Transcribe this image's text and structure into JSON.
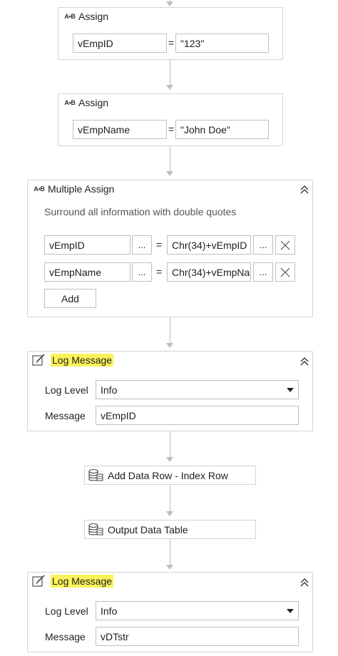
{
  "assign1": {
    "title": "Assign",
    "icon": "a-b-assign-icon",
    "to": "vEmpID",
    "eq": "=",
    "value": "\"123\""
  },
  "assign2": {
    "title": "Assign",
    "icon": "a-b-assign-icon",
    "to": "vEmpName",
    "eq": "=",
    "value": "\"John Doe\""
  },
  "multi": {
    "title": "Multiple Assign",
    "annotation": "Surround all information with double quotes",
    "rows": [
      {
        "to": "vEmpID",
        "dots": "...",
        "eq": "=",
        "value": "Chr(34)+vEmpID",
        "vdots": "..."
      },
      {
        "to": "vEmpName",
        "dots": "...",
        "eq": "=",
        "value": "Chr(34)+vEmpNa",
        "vdots": "..."
      }
    ],
    "add_label": "Add"
  },
  "log1": {
    "title": "Log Message",
    "level_label": "Log Level",
    "level_value": "Info",
    "message_label": "Message",
    "message_value": "vEmpID"
  },
  "add_row": {
    "title": "Add Data Row - Index Row"
  },
  "output_dt": {
    "title": "Output Data Table"
  },
  "log2": {
    "title": "Log Message",
    "level_label": "Log Level",
    "level_value": "Info",
    "message_label": "Message",
    "message_value": "vDTstr"
  },
  "colors": {
    "highlight": "#fbf35a",
    "border": "#d3d3d3",
    "connector": "#bdbdbd"
  }
}
